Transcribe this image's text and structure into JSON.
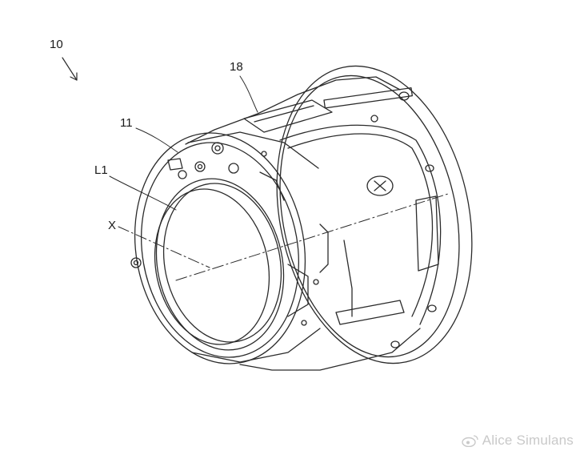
{
  "figure": {
    "ref_assembly": "10",
    "ref_housing": "18",
    "ref_barrel": "11",
    "ref_lens": "L1",
    "ref_axis": "X"
  },
  "watermark": {
    "text": "Alice Simulans",
    "icon": "weibo-icon"
  },
  "colors": {
    "line": "#2b2b2b",
    "background": "#ffffff",
    "watermark": "#c9c9c9"
  }
}
